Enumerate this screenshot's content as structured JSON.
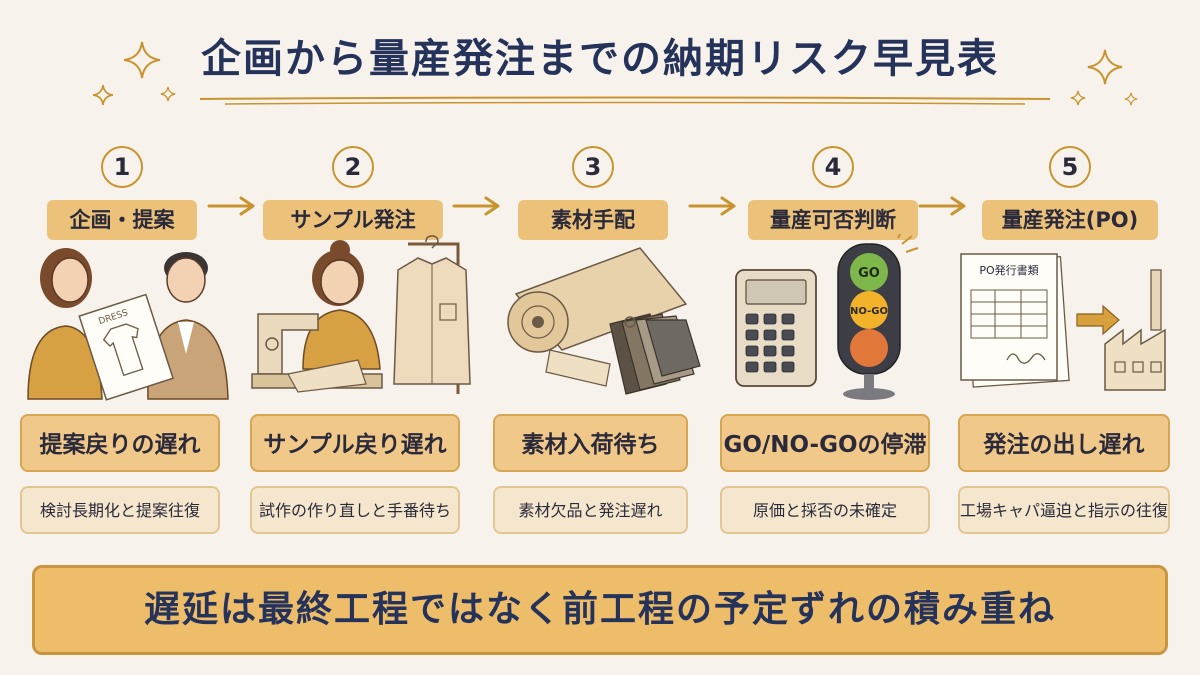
{
  "title": "企画から量産発注までの納期リスク早見表",
  "steps": [
    {
      "number": "1",
      "label": "企画・提案",
      "risk": "提案戻りの遅れ",
      "detail": "検討長期化と提案往復"
    },
    {
      "number": "2",
      "label": "サンプル発注",
      "risk": "サンプル戻り遅れ",
      "detail": "試作の作り直しと手番待ち"
    },
    {
      "number": "3",
      "label": "素材手配",
      "risk": "素材入荷待ち",
      "detail": "素材欠品と発注遅れ"
    },
    {
      "number": "4",
      "label": "量産可否判断",
      "risk": "GO/NO-GOの停滞",
      "detail": "原価と採否の未確定"
    },
    {
      "number": "5",
      "label": "量産発注(PO)",
      "risk": "発注の出し遅れ",
      "detail": "工場キャパ逼迫と指示の往復"
    }
  ],
  "illustrations": {
    "proposal_doc": "DRESS",
    "signal_go": "GO",
    "signal_nogo": "NO-GO",
    "po_doc_title": "PO発行書類"
  },
  "banner": "遅延は最終工程ではなく前工程の予定ずれの積み重ね",
  "colors": {
    "title": "#25325a",
    "accent": "#c8942f",
    "label_bg": "#ecc27a",
    "risk_bg": "#f0c98a",
    "detail_bg": "#f5e7cd",
    "background": "#f7f3ec"
  }
}
